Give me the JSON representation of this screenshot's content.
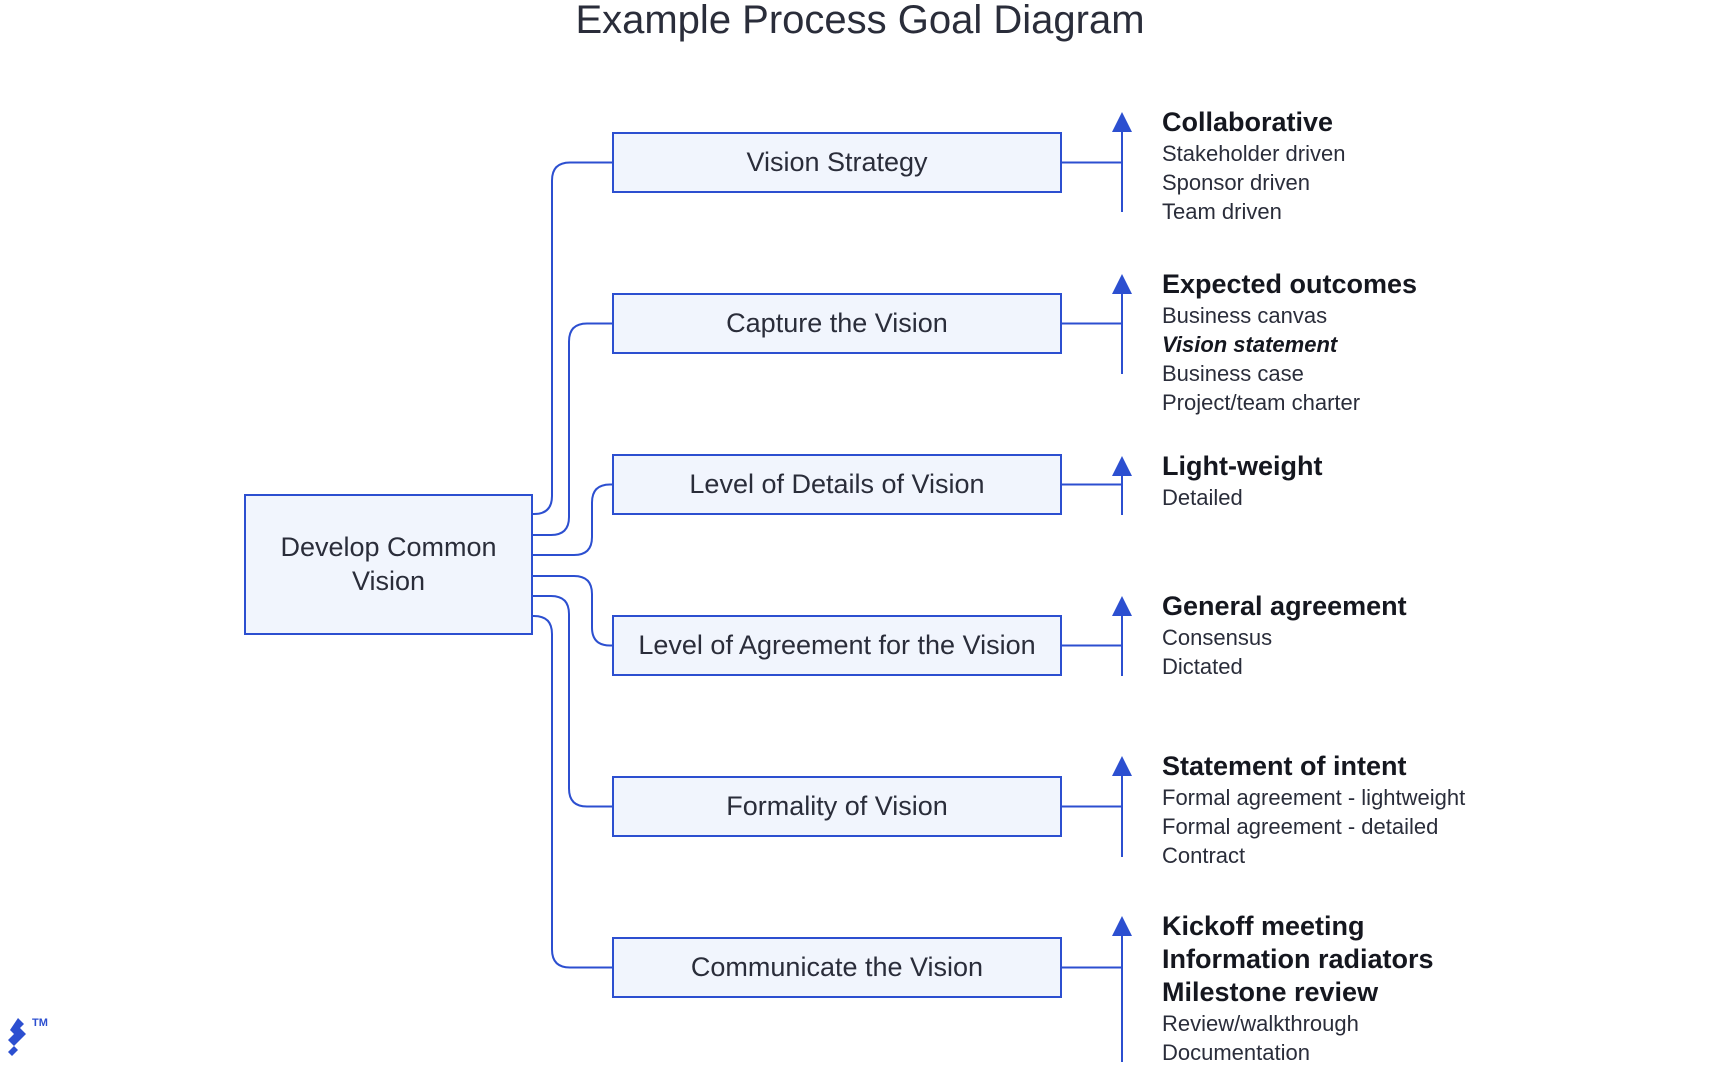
{
  "title": "Example Process Goal Diagram",
  "root": {
    "label": "Develop Common Vision"
  },
  "children": [
    {
      "label": "Vision Strategy",
      "items": [
        {
          "text": "Collaborative",
          "style": "bold"
        },
        {
          "text": "Stakeholder driven",
          "style": "normal"
        },
        {
          "text": "Sponsor driven",
          "style": "normal"
        },
        {
          "text": "Team driven",
          "style": "normal"
        }
      ]
    },
    {
      "label": "Capture the Vision",
      "items": [
        {
          "text": "Expected outcomes",
          "style": "bold"
        },
        {
          "text": "Business canvas",
          "style": "normal"
        },
        {
          "text": "Vision statement",
          "style": "italic"
        },
        {
          "text": "Business case",
          "style": "normal"
        },
        {
          "text": "Project/team charter",
          "style": "normal"
        }
      ]
    },
    {
      "label": "Level of Details of Vision",
      "items": [
        {
          "text": "Light-weight",
          "style": "bold"
        },
        {
          "text": "Detailed",
          "style": "normal"
        }
      ]
    },
    {
      "label": "Level of Agreement for the Vision",
      "items": [
        {
          "text": "General agreement",
          "style": "bold"
        },
        {
          "text": "Consensus",
          "style": "normal"
        },
        {
          "text": "Dictated",
          "style": "normal"
        }
      ]
    },
    {
      "label": "Formality of Vision",
      "items": [
        {
          "text": "Statement of intent",
          "style": "bold"
        },
        {
          "text": "Formal agreement - lightweight",
          "style": "normal"
        },
        {
          "text": "Formal agreement - detailed",
          "style": "normal"
        },
        {
          "text": "Contract",
          "style": "normal"
        }
      ]
    },
    {
      "label": "Communicate the Vision",
      "items": [
        {
          "text": "Kickoff meeting",
          "style": "bold"
        },
        {
          "text": "Information radiators",
          "style": "bold"
        },
        {
          "text": "Milestone review",
          "style": "bold"
        },
        {
          "text": "Review/walkthrough",
          "style": "normal"
        },
        {
          "text": "Documentation",
          "style": "normal"
        }
      ]
    }
  ],
  "logo": {
    "icon": "toptal-logo-icon",
    "trademark": "TM"
  },
  "colors": {
    "accent": "#2c4fd0",
    "box_fill": "#f1f5fd",
    "text": "#2a2d3a"
  }
}
